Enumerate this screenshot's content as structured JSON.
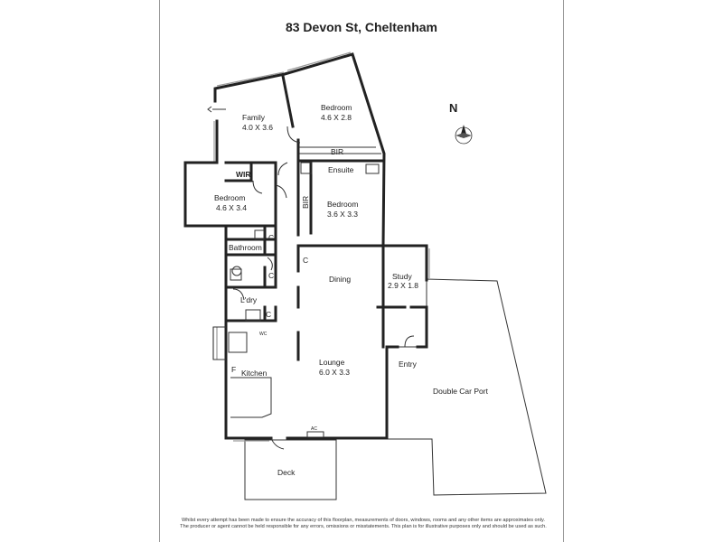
{
  "title": "83 Devon St, Cheltenham",
  "north_label": "N",
  "rooms": {
    "family": {
      "name": "Family",
      "size": "4.0 X 3.6"
    },
    "bedroom1": {
      "name": "Bedroom",
      "size": "4.6 X 2.8"
    },
    "bedroom2": {
      "name": "Bedroom",
      "size": "4.6 X 3.4"
    },
    "bedroom3": {
      "name": "Bedroom",
      "size": "3.6 X 3.3"
    },
    "bir_top": {
      "name": "BIR"
    },
    "bir_side": {
      "name": "BIR"
    },
    "ensuite": {
      "name": "Ensuite"
    },
    "wir": {
      "name": "WIR"
    },
    "bathroom": {
      "name": "Bathroom"
    },
    "ldry": {
      "name": "L'dry"
    },
    "dining": {
      "name": "Dining"
    },
    "study": {
      "name": "Study",
      "size": "2.9 X 1.8"
    },
    "kitchen": {
      "name": "Kitchen"
    },
    "lounge": {
      "name": "Lounge",
      "size": "6.0 X 3.3"
    },
    "entry": {
      "name": "Entry"
    },
    "carport": {
      "name": "Double Car Port"
    },
    "deck": {
      "name": "Deck"
    }
  },
  "small_labels": {
    "c": "C",
    "f": "F",
    "ac": "AC",
    "wc": "WC"
  },
  "disclaimer": "Whilst every attempt has been made to ensure the accuracy of this floorplan, measurements of doors, windows, rooms and any other items are approximates only. The producer or agent cannot be held responsible for any errors, omissions or misstatements. This plan is for illustrative purposes only and should be used as such."
}
